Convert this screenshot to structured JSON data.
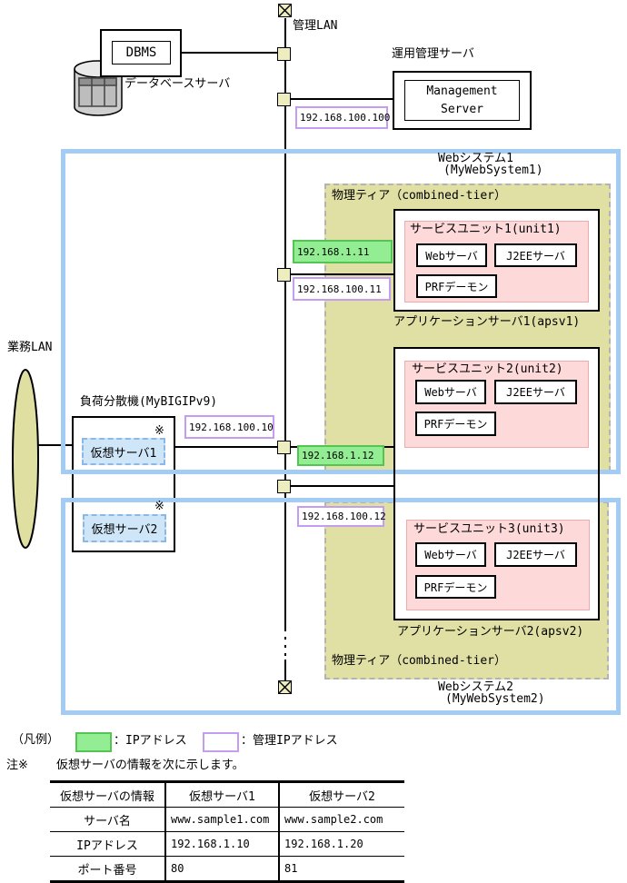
{
  "colors": {
    "system_border": "#a3ccf5",
    "tier_fill": "#e0e0a4",
    "unit_fill": "#fdd9d9",
    "ip_fill": "#93ee93",
    "ip_border": "#55c455",
    "mgmt_ip_border": "#c49df0",
    "lan_tap_fill": "#ededc0",
    "virtual_server_fill": "#cfe6f9"
  },
  "top": {
    "mgmt_lan": "管理LAN",
    "dbms": "DBMS",
    "db_server": "データベースサーバ",
    "ops_server": "運用管理サーバ",
    "management_server": "Management\nServer",
    "mgmt_ip_100": "192.168.100.100"
  },
  "left": {
    "gyomu_lan": "業務LAN",
    "load_balancer": "負荷分散機(MyBIGIPv9)",
    "virtual1": "仮想サーバ1",
    "virtual2": "仮想サーバ2",
    "note_mark": "※",
    "mgmt_ip_10": "192.168.100.10"
  },
  "system1": {
    "title": "Webシステム1",
    "subtitle": "(MyWebSystem1)",
    "tier": "物理ティア（combined-tier）",
    "apsv": "アプリケーションサーバ1(apsv1)",
    "ip_11": "192.168.1.11",
    "mgmt_ip_11": "192.168.100.11",
    "ip_12": "192.168.1.12"
  },
  "system2": {
    "title": "Webシステム2",
    "subtitle": "(MyWebSystem2)",
    "tier": "物理ティア（combined-tier）",
    "apsv": "アプリケーションサーバ2(apsv2)",
    "mgmt_ip_12": "192.168.100.12"
  },
  "units": [
    {
      "title": "サービスユニット1(unit1)",
      "web": "Webサーバ",
      "j2ee": "J2EEサーバ",
      "prf": "PRFデーモン"
    },
    {
      "title": "サービスユニット2(unit2)",
      "web": "Webサーバ",
      "j2ee": "J2EEサーバ",
      "prf": "PRFデーモン"
    },
    {
      "title": "サービスユニット3(unit3)",
      "web": "Webサーバ",
      "j2ee": "J2EEサーバ",
      "prf": "PRFデーモン"
    }
  ],
  "legend": {
    "heading": "（凡例）",
    "ip": "：IPアドレス",
    "mgmt_ip": "：管理IPアドレス"
  },
  "note": {
    "prefix": "注※",
    "text": "仮想サーバの情報を次に示します。"
  },
  "table": {
    "headers": [
      "仮想サーバの情報",
      "仮想サーバ1",
      "仮想サーバ2"
    ],
    "rows": [
      [
        "サーバ名",
        "www.sample1.com",
        "www.sample2.com"
      ],
      [
        "IPアドレス",
        "192.168.1.10",
        "192.168.1.20"
      ],
      [
        "ポート番号",
        "80",
        "81"
      ]
    ]
  }
}
